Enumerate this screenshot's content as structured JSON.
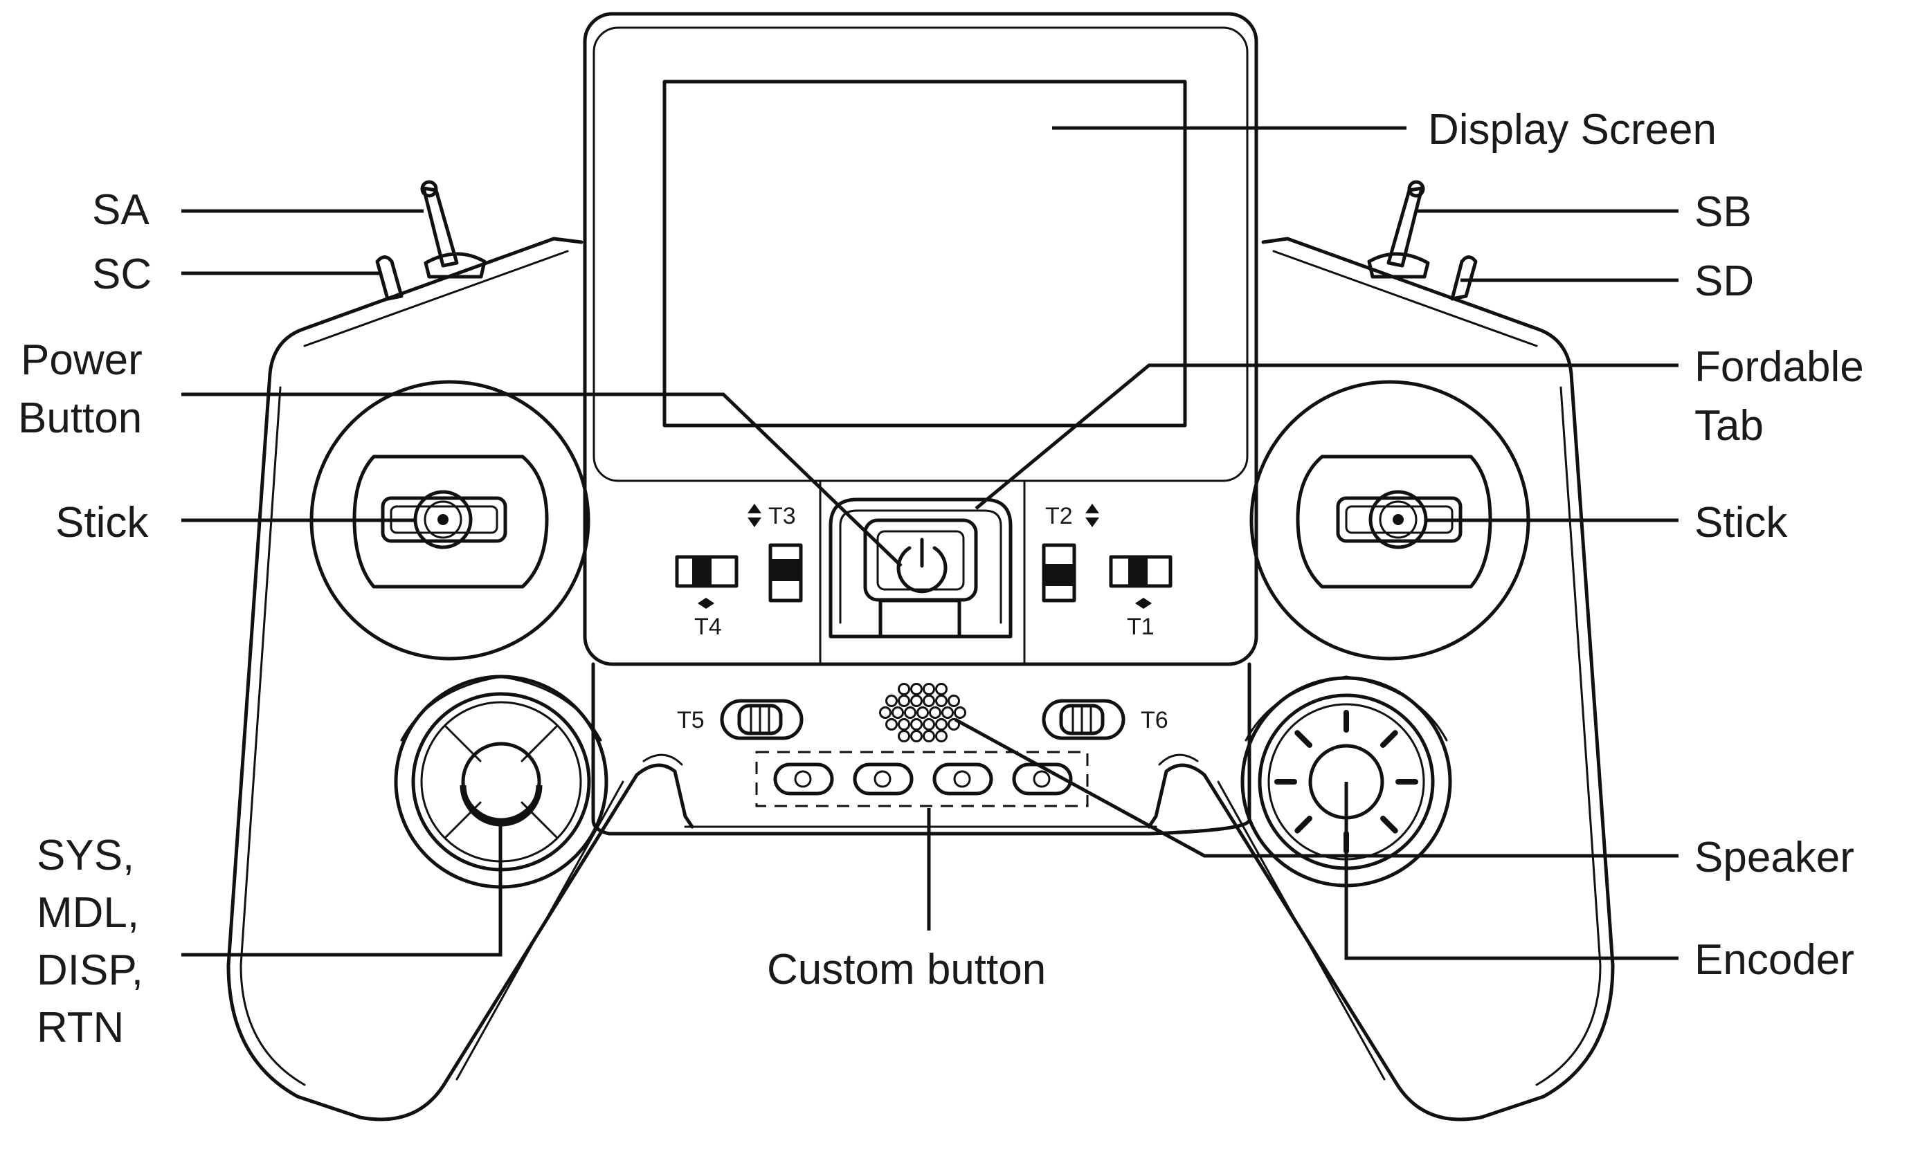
{
  "labels": {
    "sa": "SA",
    "sc": "SC",
    "power_1": "Power",
    "power_2": "Button",
    "stick_left": "Stick",
    "sys_1": "SYS,",
    "sys_2": "MDL,",
    "sys_3": "DISP,",
    "sys_4": "RTN",
    "display": "Display Screen",
    "sb": "SB",
    "sd": "SD",
    "tab_1": "Fordable",
    "tab_2": "Tab",
    "stick_right": "Stick",
    "speaker": "Speaker",
    "encoder": "Encoder",
    "custom": "Custom button"
  },
  "trims": {
    "t1": "T1",
    "t2": "T2",
    "t3": "T3",
    "t4": "T4",
    "t5": "T5",
    "t6": "T6"
  }
}
